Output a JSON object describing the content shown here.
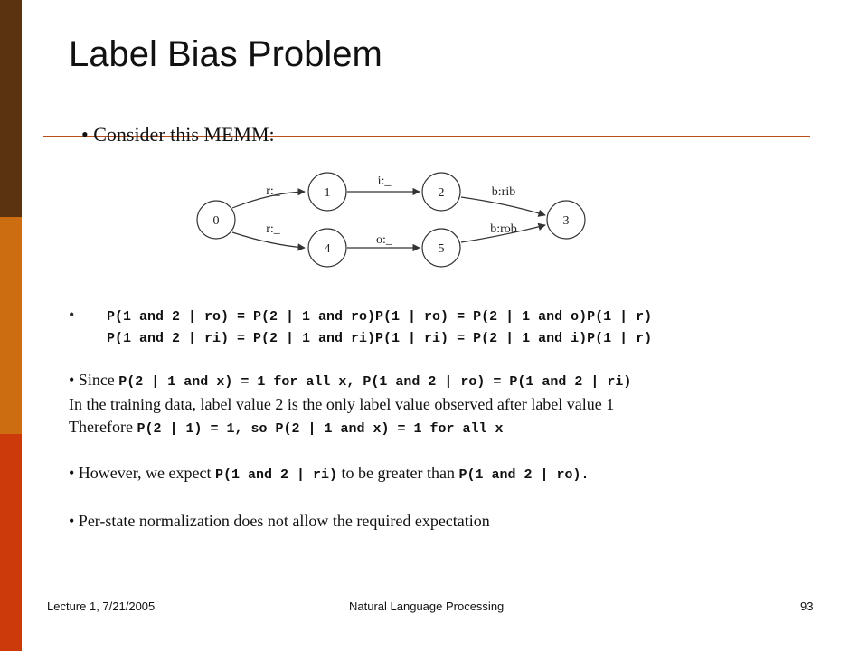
{
  "slide": {
    "title": "Label Bias Problem",
    "bullet1": "• Consider this MEMM:",
    "diagram": {
      "nodes": [
        "0",
        "1",
        "2",
        "3",
        "4",
        "5"
      ],
      "edge_labels": [
        "r:_",
        "i:_",
        "b:rib",
        "r:_",
        "o:_",
        "b:rob"
      ]
    },
    "equations": {
      "bullet": "•",
      "line1": "P(1 and 2 | ro) = P(2 | 1 and ro)P(1 | ro) = P(2 | 1 and o)P(1 | r)",
      "line2": "P(1 and 2 | ri) = P(2 | 1 and ri)P(1 | ri) = P(2 | 1 and i)P(1 | r)"
    },
    "since": {
      "prefix": "• Since ",
      "code": "P(2 | 1 and x) = 1 for all x, P(1 and 2 | ro) = P(1 and 2 | ri)"
    },
    "training": "In the training data, label value 2 is the only label value observed after label value 1",
    "therefore": {
      "prefix": "Therefore ",
      "code": "P(2 | 1) = 1, so P(2 | 1 and x) = 1 for all x"
    },
    "however": {
      "prefix": "• However, we expect ",
      "code1": "P(1 and 2 | ri)",
      "middle": " to be greater than ",
      "code2": "P(1 and 2 | ro)."
    },
    "pernorm": "• Per-state normalization does not allow the required expectation"
  },
  "footer": {
    "left": "Lecture 1, 7/21/2005",
    "center": "Natural Language Processing",
    "page": "93"
  },
  "colors": {
    "bar_dark": "#5c3310",
    "bar_mid": "#cc6d12",
    "bar_light": "#cc3a0c",
    "rule": "#b8501e"
  }
}
